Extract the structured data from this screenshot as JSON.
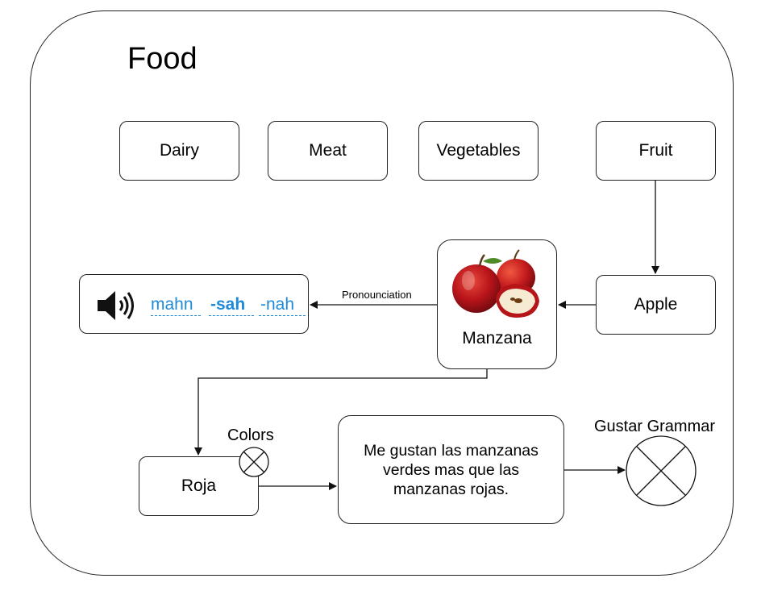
{
  "title": "Food",
  "categories": {
    "dairy": "Dairy",
    "meat": "Meat",
    "vegetables": "Vegetables",
    "fruit": "Fruit"
  },
  "apple": "Apple",
  "manzana": "Manzana",
  "pronunciation": {
    "edge_label": "Pronounciation",
    "syllables": [
      "mahn",
      "-sah",
      "-nah"
    ],
    "accent_color": "#1f8ad8"
  },
  "roja": "Roja",
  "colors_label": "Colors",
  "sentence": "Me gustan las manzanas verdes mas que las manzanas rojas.",
  "gustar_label": "Gustar Grammar",
  "icons": {
    "speaker": "speaker-icon",
    "apples": "apple-image",
    "colors_marker": "x-circle-icon",
    "gustar_marker": "x-circle-icon"
  }
}
